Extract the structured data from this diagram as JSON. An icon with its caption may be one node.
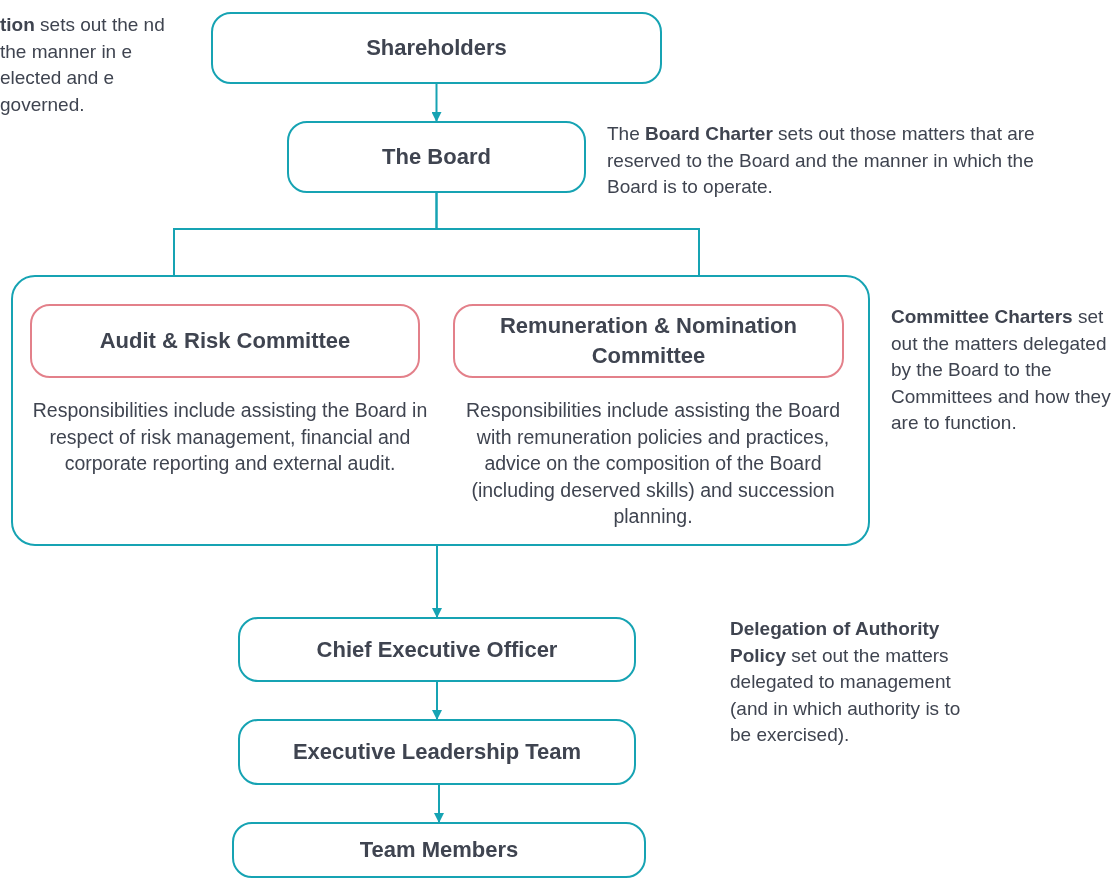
{
  "diagram": {
    "nodes": [
      {
        "text": [
          "Shareholders"
        ]
      },
      {
        "text": [
          "The Board"
        ]
      },
      {
        "text": [
          "Responsibilities include assisting the Board in respect of risk management, financial and corporate reporting and external audit.",
          "Responsibilities include assisting the Board with remuneration policies and practices, advice on the composition of the Board (including deserved skills) and succession planning."
        ]
      },
      {
        "text": [
          "Audit & Risk Committee"
        ],
        "in": 2
      },
      {
        "text": [
          "Remuneration & Nomination Committee"
        ],
        "in": 2
      },
      {
        "text": [
          "Chief Executive Officer"
        ]
      },
      {
        "text": [
          "Executive Leadership Team"
        ]
      },
      {
        "text": [
          "Team Members"
        ]
      }
    ],
    "edges": [
      {
        "from": 0,
        "to": 1,
        "arrow": "to"
      },
      {
        "from": 1,
        "to": 3,
        "arrow": "to"
      },
      {
        "from": 1,
        "to": 4,
        "arrow": "to"
      },
      {
        "from": 2,
        "to": 5,
        "arrow": "to"
      },
      {
        "from": 5,
        "to": 6,
        "arrow": "to"
      },
      {
        "from": 6,
        "to": 7,
        "arrow": "to"
      }
    ],
    "labels": [
      "**tion** sets out the nd the manner in e elected and e governed.",
      "The **Board Charter** sets out those matters that are reserved to the Board and the manner in which the Board is to operate.",
      "**Committee Charters** set out the matters delegated by the Board to the Committees and how they are to function.",
      "**Delegation of Authority Policy** set out the matters delegated to management (and in which authority is to be exercised)."
    ]
  }
}
